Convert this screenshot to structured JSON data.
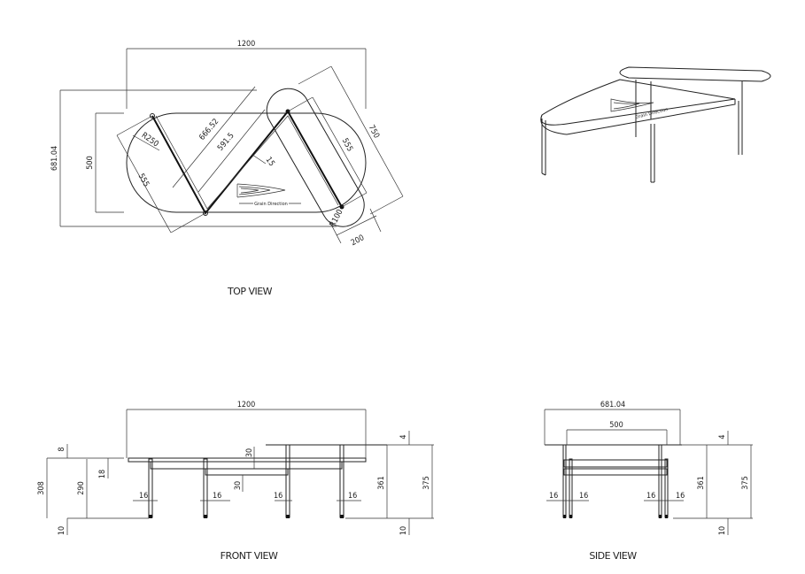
{
  "views": {
    "top": {
      "title": "TOP VIEW",
      "dims": {
        "overall_length": "1200",
        "overall_depth": "681.04",
        "top_width": "500",
        "radius_large": "R250",
        "diag_outer": "666.52",
        "diag_inner": "591.5",
        "leg_spacing": "15",
        "leg_left": "555",
        "leg_right": "555",
        "small_top_length": "750",
        "small_top_width": "200",
        "radius_small": "R100"
      },
      "grain_label": "Grain Direction"
    },
    "perspective": {
      "grain_label": "Grain Direction"
    },
    "front": {
      "title": "FRONT VIEW",
      "dims": {
        "overall_length": "1200",
        "top_thickness": "8",
        "lower_height": "308",
        "leg_height": "290",
        "rail_offset": "18",
        "rail_upper": "30",
        "rail_lower": "30",
        "leg_dia_1": "16",
        "leg_dia_2": "16",
        "leg_dia_3": "16",
        "leg_dia_4": "16",
        "foot_left": "10",
        "foot_right": "10",
        "upper_top_thickness": "4",
        "upper_leg_height": "361",
        "upper_height": "375"
      }
    },
    "side": {
      "title": "SIDE VIEW",
      "dims": {
        "overall_depth": "681.04",
        "top_width": "500",
        "leg_dia_1": "16",
        "leg_dia_2": "16",
        "leg_dia_3": "16",
        "leg_dia_4": "16",
        "upper_top_thickness": "4",
        "upper_leg_height": "361",
        "upper_height": "375",
        "foot": "10"
      }
    }
  }
}
